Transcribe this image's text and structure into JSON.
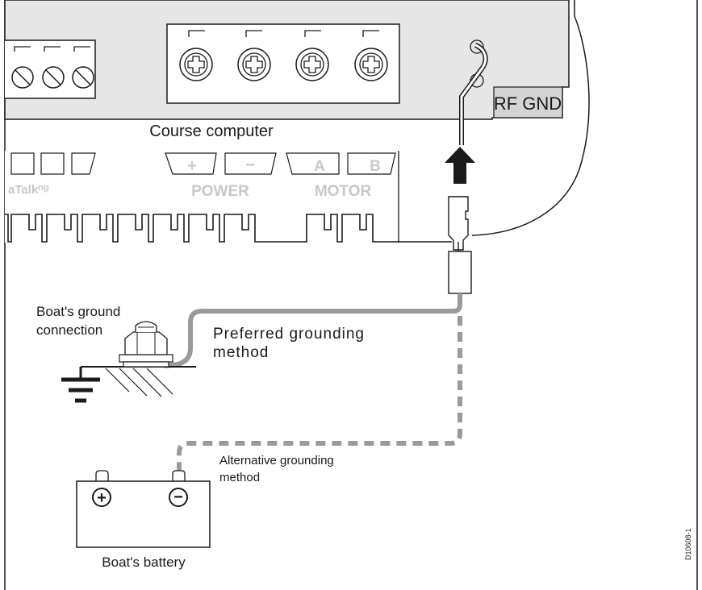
{
  "labels": {
    "course_computer": "Course computer",
    "rf_gnd": "RF GND",
    "power": "POWER",
    "motor": "MOTOR",
    "power_plus": "+",
    "power_minus": "−",
    "motor_a": "A",
    "motor_b": "B",
    "seatalk": "aTalk",
    "seatalk_suffix": "ng",
    "ground_connection_line1": "Boat's ground",
    "ground_connection_line2": "connection",
    "preferred_line1": "Preferred grounding",
    "preferred_line2": "method",
    "alternative_line1": "Alternative grounding",
    "alternative_line2": "method",
    "battery": "Boat's battery",
    "battery_plus": "+",
    "battery_minus": "−",
    "drawing_ref": "D10608-1"
  },
  "colors": {
    "housing": "#e6e6e6",
    "rf_gnd_box": "#d4d4d4",
    "cable": "#9a9a9a",
    "outline": "#1a1a1a"
  },
  "icons": [
    "screw-terminal-icon",
    "arrow-up-icon",
    "ground-symbol-icon",
    "battery-icon"
  ]
}
